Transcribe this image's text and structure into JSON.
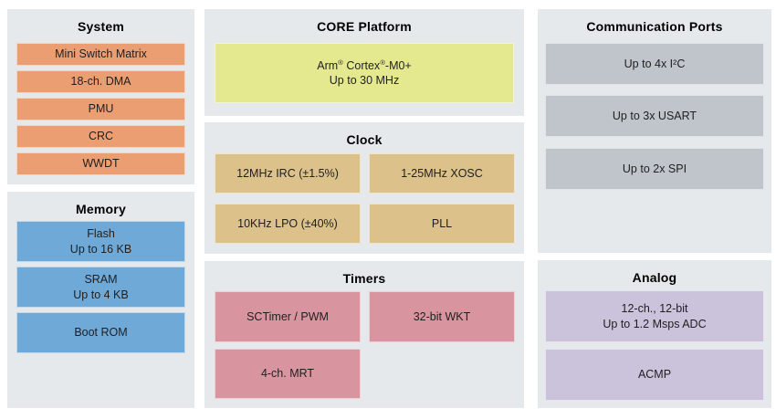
{
  "colors": {
    "page-bg": "#ffffff",
    "panel-bg": "#e6e9eb",
    "header-text": "#000000",
    "block-text": "#1f1f1f",
    "system-block": "#ec9e73",
    "memory-block": "#6fa9d8",
    "core-block": "#e4e98f",
    "clock-block": "#dcc28a",
    "timer-block": "#d9959f",
    "comm-block": "#bfc5ca",
    "analog-block": "#cbc2db"
  },
  "panels": {
    "system": {
      "header": "System",
      "blocks": [
        {
          "lines": [
            "Mini Switch Matrix"
          ]
        },
        {
          "lines": [
            "18-ch. DMA"
          ]
        },
        {
          "lines": [
            "PMU"
          ]
        },
        {
          "lines": [
            "CRC"
          ]
        },
        {
          "lines": [
            "WWDT"
          ]
        }
      ]
    },
    "memory": {
      "header": "Memory",
      "blocks": [
        {
          "lines": [
            "Flash",
            "Up to 16 KB"
          ]
        },
        {
          "lines": [
            "SRAM",
            "Up to 4 KB"
          ]
        },
        {
          "lines": [
            "Boot ROM"
          ]
        }
      ]
    },
    "core": {
      "header": "CORE Platform",
      "blocks": [
        {
          "lines": [
            "Arm® Cortex®-M0+",
            "Up to 30 MHz"
          ]
        }
      ]
    },
    "clock": {
      "header": "Clock",
      "blocks": [
        {
          "lines": [
            "12MHz IRC (±1.5%)"
          ]
        },
        {
          "lines": [
            "1-25MHz XOSC"
          ]
        },
        {
          "lines": [
            "10KHz LPO (±40%)"
          ]
        },
        {
          "lines": [
            "PLL"
          ]
        }
      ]
    },
    "timers": {
      "header": "Timers",
      "blocks": [
        {
          "lines": [
            "SCTimer / PWM"
          ]
        },
        {
          "lines": [
            "32-bit WKT"
          ]
        },
        {
          "lines": [
            "4-ch. MRT"
          ]
        }
      ]
    },
    "comm": {
      "header": "Communication Ports",
      "blocks": [
        {
          "lines": [
            "Up to 4x I²C"
          ]
        },
        {
          "lines": [
            "Up to 3x USART"
          ]
        },
        {
          "lines": [
            "Up to 2x SPI"
          ]
        }
      ]
    },
    "analog": {
      "header": "Analog",
      "blocks": [
        {
          "lines": [
            "12-ch., 12-bit",
            "Up to 1.2 Msps ADC"
          ]
        },
        {
          "lines": [
            "ACMP"
          ]
        }
      ]
    }
  }
}
